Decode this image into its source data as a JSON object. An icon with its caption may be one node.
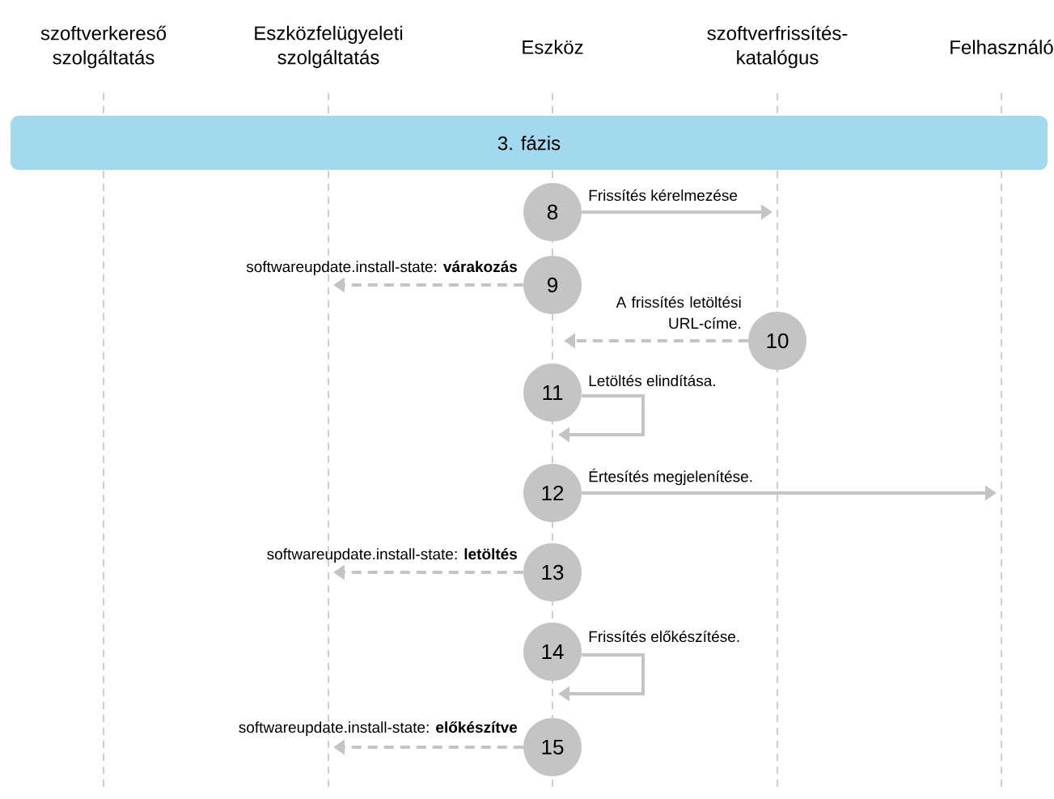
{
  "diagram": {
    "nodes": [
      {
        "text": [
          "szoftverkereső szolgáltatás"
        ]
      },
      {
        "text": [
          "Eszközfelügyeleti szolgáltatás"
        ]
      },
      {
        "text": [
          "Eszköz"
        ]
      },
      {
        "text": [
          "szoftverfrissítés-katalógus"
        ]
      },
      {
        "text": [
          "Felhasználó"
        ]
      },
      {
        "text": [
          "3. fázis"
        ]
      },
      {
        "text": [
          "8"
        ]
      },
      {
        "text": [
          "9"
        ]
      },
      {
        "text": [
          "10"
        ]
      },
      {
        "text": [
          "11"
        ]
      },
      {
        "text": [
          "12"
        ]
      },
      {
        "text": [
          "13"
        ]
      },
      {
        "text": [
          "14"
        ]
      },
      {
        "text": [
          "15"
        ]
      }
    ],
    "edges": [
      {
        "from": 6,
        "to": null,
        "arrow": "to",
        "label": "Frissítés kérelmezése"
      },
      {
        "from": 7,
        "to": null,
        "arrow": "to",
        "style": "dashed",
        "label": "softwareupdate.install-state: **várakozás**"
      },
      {
        "from": 8,
        "to": null,
        "arrow": "to",
        "style": "dashed",
        "label": "A frissítés letöltési URL-címe."
      },
      {
        "from": 9,
        "to": 9,
        "arrow": "to",
        "label": "Letöltés elindítása."
      },
      {
        "from": 10,
        "to": null,
        "arrow": "to",
        "label": "Értesítés megjelenítése."
      },
      {
        "from": 11,
        "to": null,
        "arrow": "to",
        "style": "dashed",
        "label": "softwareupdate.install-state: **letöltés**"
      },
      {
        "from": 12,
        "to": 12,
        "arrow": "to",
        "label": "Frissítés előkészítése."
      },
      {
        "from": 13,
        "to": null,
        "arrow": "to",
        "style": "dashed",
        "label": "softwareupdate.install-state: **előkészítve**"
      }
    ]
  }
}
